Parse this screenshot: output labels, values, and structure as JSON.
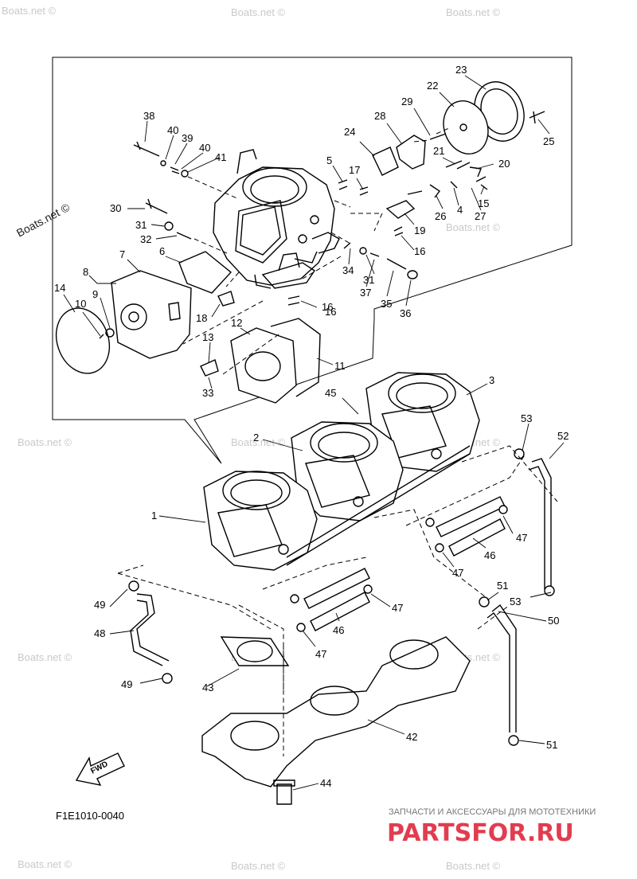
{
  "watermark_text": "Boats.net ©",
  "watermark_logo_text": "Boats.net ©",
  "figure_code": "F1E1010-0040",
  "fwd_label": "FWD",
  "brand": {
    "tagline": "ЗАПЧАСТИ И АКСЕССУАРЫ ДЛЯ МОТОТЕХНИКИ",
    "logo_text": "PARTSFOR.RU"
  },
  "callouts": [
    {
      "id": "38",
      "text": "38"
    },
    {
      "id": "40a",
      "text": "40"
    },
    {
      "id": "39",
      "text": "39"
    },
    {
      "id": "40b",
      "text": "40"
    },
    {
      "id": "41",
      "text": "41"
    },
    {
      "id": "30",
      "text": "30"
    },
    {
      "id": "31a",
      "text": "31"
    },
    {
      "id": "32",
      "text": "32"
    },
    {
      "id": "8",
      "text": "8"
    },
    {
      "id": "7",
      "text": "7"
    },
    {
      "id": "6",
      "text": "6"
    },
    {
      "id": "14",
      "text": "14"
    },
    {
      "id": "10",
      "text": "10"
    },
    {
      "id": "9",
      "text": "9"
    },
    {
      "id": "18",
      "text": "18"
    },
    {
      "id": "12",
      "text": "12"
    },
    {
      "id": "13",
      "text": "13"
    },
    {
      "id": "11",
      "text": "11"
    },
    {
      "id": "33",
      "text": "33"
    },
    {
      "id": "16a",
      "text": "16"
    },
    {
      "id": "5",
      "text": "5"
    },
    {
      "id": "17",
      "text": "17"
    },
    {
      "id": "24",
      "text": "24"
    },
    {
      "id": "28",
      "text": "28"
    },
    {
      "id": "29",
      "text": "29"
    },
    {
      "id": "22",
      "text": "22"
    },
    {
      "id": "23",
      "text": "23"
    },
    {
      "id": "25",
      "text": "25"
    },
    {
      "id": "21",
      "text": "21"
    },
    {
      "id": "20",
      "text": "20"
    },
    {
      "id": "15",
      "text": "15"
    },
    {
      "id": "26",
      "text": "26"
    },
    {
      "id": "4",
      "text": "4"
    },
    {
      "id": "27",
      "text": "27"
    },
    {
      "id": "19",
      "text": "19"
    },
    {
      "id": "16b",
      "text": "16"
    },
    {
      "id": "34",
      "text": "34"
    },
    {
      "id": "31b",
      "text": "31"
    },
    {
      "id": "37",
      "text": "37"
    },
    {
      "id": "35",
      "text": "35"
    },
    {
      "id": "36",
      "text": "36"
    },
    {
      "id": "16c",
      "text": "16"
    },
    {
      "id": "3",
      "text": "3"
    },
    {
      "id": "45",
      "text": "45"
    },
    {
      "id": "2",
      "text": "2"
    },
    {
      "id": "53a",
      "text": "53"
    },
    {
      "id": "52",
      "text": "52"
    },
    {
      "id": "47a",
      "text": "47"
    },
    {
      "id": "46a",
      "text": "46"
    },
    {
      "id": "47b",
      "text": "47"
    },
    {
      "id": "1",
      "text": "1"
    },
    {
      "id": "51a",
      "text": "51"
    },
    {
      "id": "53b",
      "text": "53"
    },
    {
      "id": "47c",
      "text": "47"
    },
    {
      "id": "49a",
      "text": "49"
    },
    {
      "id": "48",
      "text": "48"
    },
    {
      "id": "46b",
      "text": "46"
    },
    {
      "id": "50",
      "text": "50"
    },
    {
      "id": "47d",
      "text": "47"
    },
    {
      "id": "49b",
      "text": "49"
    },
    {
      "id": "43",
      "text": "43"
    },
    {
      "id": "42",
      "text": "42"
    },
    {
      "id": "51b",
      "text": "51"
    },
    {
      "id": "44",
      "text": "44"
    }
  ]
}
